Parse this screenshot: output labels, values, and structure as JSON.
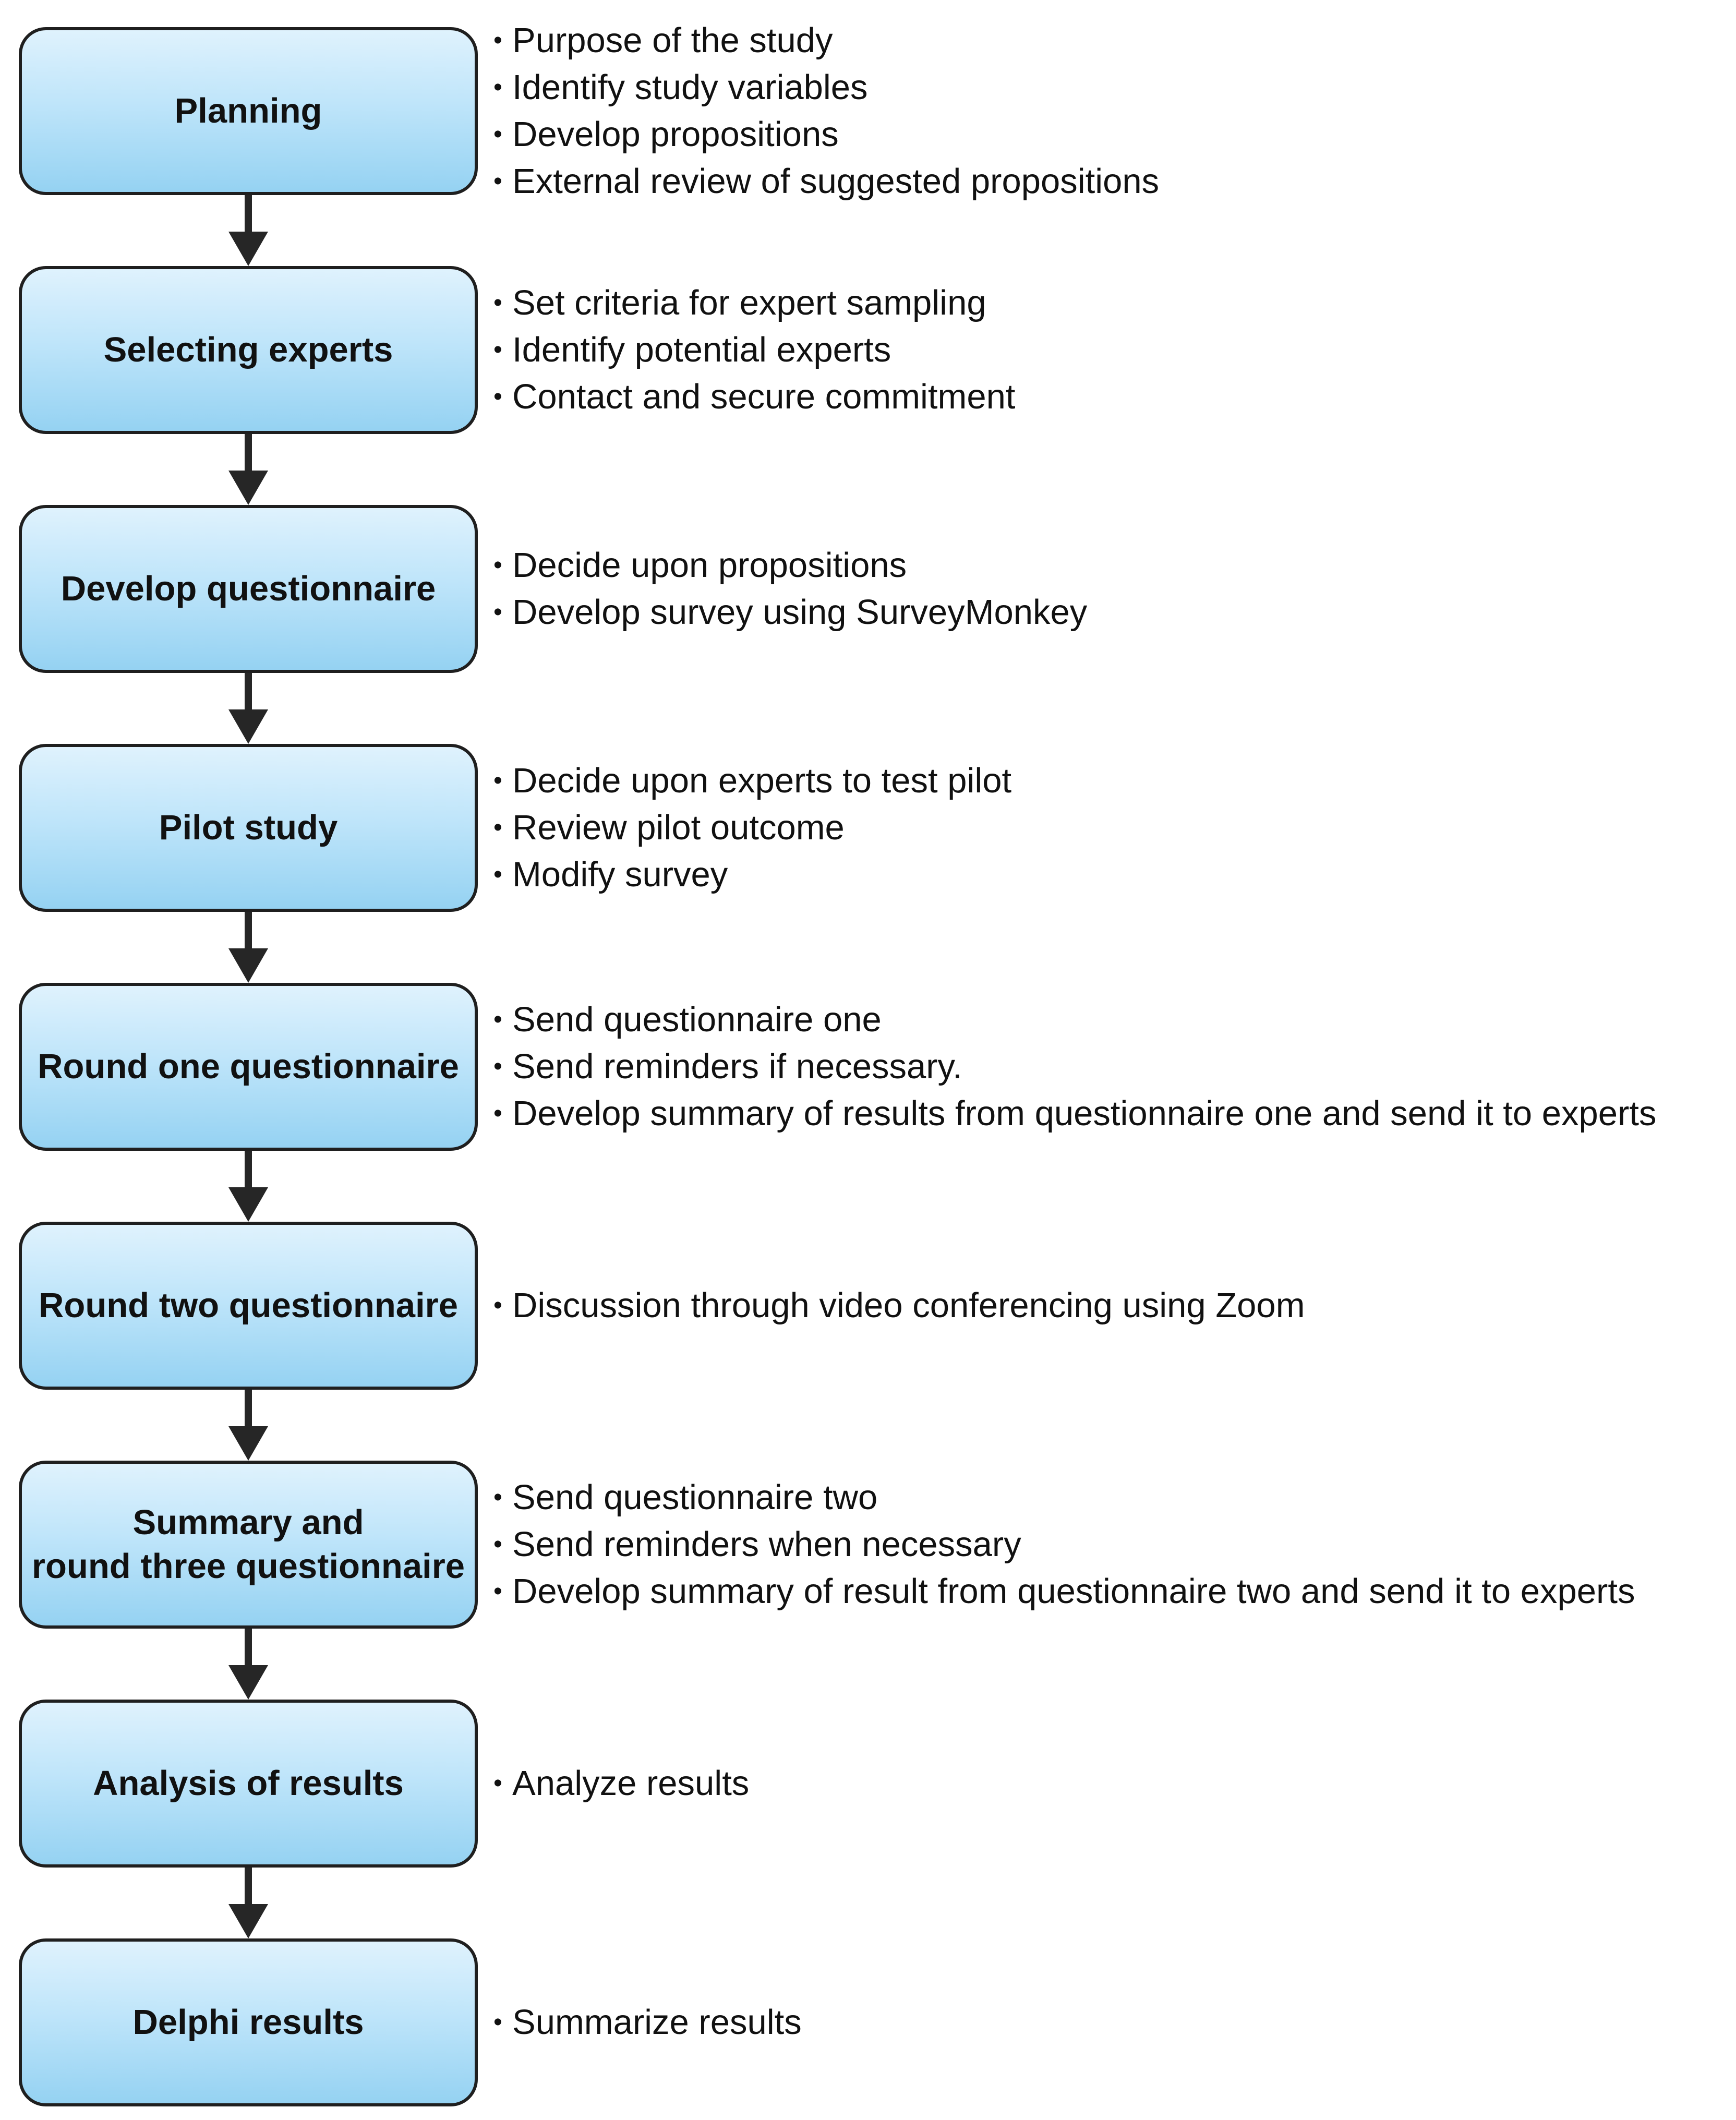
{
  "stages": [
    {
      "label": "Planning",
      "bullets": [
        "Purpose of the study",
        "Identify study variables",
        "Develop propositions",
        "External review of suggested propositions"
      ]
    },
    {
      "label": "Selecting experts",
      "bullets": [
        "Set criteria for expert sampling",
        "Identify potential experts",
        "Contact and secure commitment"
      ]
    },
    {
      "label": "Develop questionnaire",
      "bullets": [
        "Decide upon propositions",
        "Develop survey using SurveyMonkey"
      ]
    },
    {
      "label": "Pilot study",
      "bullets": [
        "Decide upon experts to test pilot",
        "Review pilot outcome",
        "Modify survey"
      ]
    },
    {
      "label": "Round one questionnaire",
      "bullets": [
        "Send questionnaire one",
        "Send reminders if necessary.",
        "Develop summary of results from questionnaire one and send it to experts"
      ]
    },
    {
      "label": "Round two questionnaire",
      "bullets": [
        "Discussion through video conferencing using Zoom"
      ]
    },
    {
      "label": "Summary and\nround three questionnaire",
      "bullets": [
        "Send questionnaire two",
        "Send reminders when necessary",
        "Develop summary of result from questionnaire two and send it to experts"
      ]
    },
    {
      "label": "Analysis of results",
      "bullets": [
        "Analyze results"
      ]
    },
    {
      "label": "Delphi results",
      "bullets": [
        "Summarize results"
      ]
    }
  ]
}
